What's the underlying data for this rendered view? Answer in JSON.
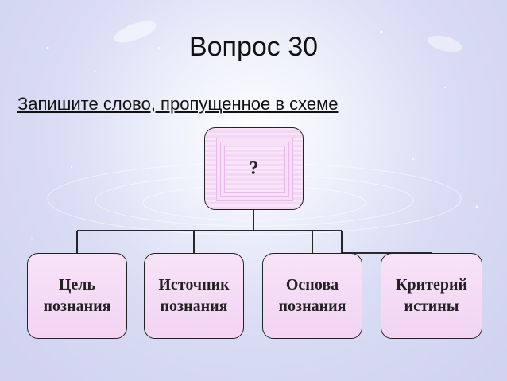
{
  "slide": {
    "title": "Вопрос 30",
    "subtitle": "Запишите слово, пропущенное в схеме"
  },
  "diagram": {
    "root": {
      "label": "?"
    },
    "children": [
      {
        "line1": "Цель",
        "line2": "познания"
      },
      {
        "line1": "Источник",
        "line2": "познания"
      },
      {
        "line1": "Основа",
        "line2": "познания"
      },
      {
        "line1": "Критерий",
        "line2": "истины"
      }
    ]
  },
  "colors": {
    "box_fill": "#f2d4f3",
    "box_border": "#222222",
    "connector": "#111111"
  }
}
